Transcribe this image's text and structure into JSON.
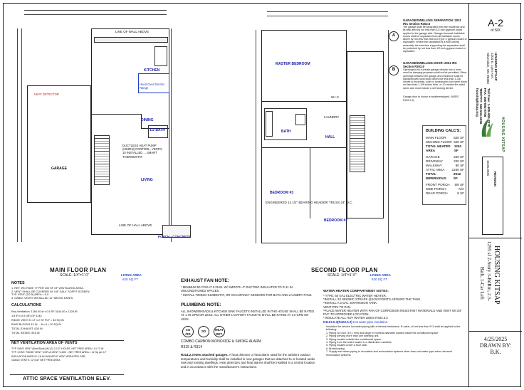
{
  "main_plan": {
    "title": "MAIN FLOOR  PLAN",
    "scale": "SCALE: 1/4\"=1'-0\"",
    "living_area_label": "LIVING AREA",
    "living_area_value": "620 SQ FT",
    "rooms": {
      "kitchen": "KITCHEN",
      "dining": "DINING",
      "half_bath": "1/2 BATH",
      "garage": "GARAGE",
      "living": "LIVING",
      "porch": "PORCH - CONCRETE"
    },
    "labels": {
      "line_wall_above": "LINE OF WALL ABOVE",
      "line_hall_above": "LINE OF HALL ABOVE",
      "heat_detector": "HEAT DETECTOR",
      "ducting_note": "DUCTLESS HEAT PUMP (HEZEN) CONTROL, VENTO, 10 INSTALLED ... SMART THERMOSTAT",
      "range_hood": "Hood Over Electric Range"
    }
  },
  "second_plan": {
    "title": "SECOND FLOOR  PLAN",
    "scale": "SCALE: 1/4\"=1'-0\"",
    "living_area_label": "LIVING AREA",
    "living_area_value": "620 SQ FT",
    "rooms": {
      "master": "MASTER BEDROOM",
      "bath": "BATH",
      "hall": "HALL",
      "bedroom2": "BEDROOM #2",
      "bedroom3": "BEDROOM #3"
    },
    "labels": {
      "window_note": "ENGINEERED 14 1/2\" BEARING HEADER/ TRUSS 24\" O.C.",
      "wic": "W.I.C.",
      "laundry": "LAUNDRY"
    }
  },
  "notes_block": {
    "title": "NOTES",
    "lines": [
      "1. REF. IRC R305+ IF PER 100 SF OF VENTILATED AREA.",
      "2. VENT SHALL BE COVERED W/ 1/8\" GALV. SOFFIT SCREEN.",
      "TYP. VENT (3/2-5) AREA = 5-0 .",
      "3. GABLE VENTS INSTALLED 12\" ABOVE EAVES."
    ]
  },
  "calculations": {
    "title": "CALCULATIONS",
    "lines": [
      "Req Ventilation: 1260.00 sf x 0.5 SF 3144.00 x 1228 IR",
      "1/3 IR x 0.5 (IR) OF 3144",
      "RIDGE VENT 21 LF x 2 SF PLF = 84 SQ IN",
      "EAVE BLOCKS 42 IN ... 8 x 6 = 20 SQ IN",
      "TOTAL EXHAUST: 628 IN",
      "TOTAL INTAKE: 816 IN"
    ]
  },
  "net_ventilation": {
    "title": "NET VENTILATION AREA OF VENTS",
    "lines": [
      "TYP. EAVE VENT (Bird Block) W/ (2) 2-1/2\" HOLES. NET FREE AREA= 14.73 IN",
      "TYP. CONT. RIDGE VENT 'COR-A-VENT V-600' - NET FREE AREA = 12 Sq per LF",
      "INSULATION BAFFLE: 18 IN IN BAFFLE VENT AREA PER OSB",
      "GABLE VENTS: 12\"x18\" NET FREE AREA"
    ]
  },
  "attic_title": "ATTIC SPACE VENTILATION ELEV.",
  "exhaust": {
    "title": "EXHAUST FAN NOTE:",
    "lines": [
      "* MINIMUM 50 CFM AT 0.25 IN. W/ SMOOTH 4\" DUCTING INSULATED TO R-11 IN UNCONDITIONED SPACES.",
      "* INSTALL TIMING HUMIDISTAT, OR OCCUPANCY SENSORS FOR BATH AND LAUNDRY FANS."
    ]
  },
  "plumbing": {
    "title": "PLUMBING NOTE:",
    "lines": [
      "ALL SHOWERHEADS & KITCHEN SINK FAUCETS INSTALLED IN THE HOUSE SHALL BE RATED AT 1.75 GPM OR LESS. ALL OTHER LAVATORY FAUCETS SHALL BE RATED AT 1.0 GPM OR LESS."
    ]
  },
  "detectors": {
    "symbols": [
      "CO /SD",
      "SD",
      "HEAT DET."
    ],
    "caption": "COMBO CARBON MONOXIDE & SMOKE ALARM",
    "code": "R315 & R314",
    "r314_bold": "R314.2.3 New attached garages.",
    "r314_text": "A heat detector or heat alarm rated for the ambient outdoor temperatures and humidity shall be installed in new garages that are attached to or located under new and existing dwellings. Heat detectors and heat alarms shall be installed in a central location and in accordance with the manufacturer's instructions."
  },
  "water_heater": {
    "title": "WATER HEATER COMPARTMENT NOTES:",
    "lines": [
      "* TYPE: 50 GAL ELECTRIC WATER HEATER.",
      "*INSTALL 2X SEISMIC STRAPS @1/3rd POINTS AROUND THE TANK.",
      "*INSTALL A 3 GAL. EXPANSION TANK.",
      "VENT PRV TO PAN.",
      "*PLACE WATER HEATER WITH PAN OF CORROSION RESISTANT MATERIALS AND VENT W/ 3/4\" PVC TO APPROVED LOCATION.",
      "* INSULATE ALL HOT WATER LINES R403.5.3"
    ]
  },
  "insulation": {
    "title": "N1103.5.3(R403.5.3)",
    "title_rest": "Hot water pipe insulation.",
    "lines": [
      "Insulation for service hot water piping with a thermal resistance, R-value, of not less than R-3 shall be applied to the following:",
      "1. Piping 3/4 inch (19.1 mm) and larger in nominal diameter located inside the conditioned space.",
      "2. Piping serving more than one dwelling unit.",
      "3. Piping located outside the conditioned space.",
      "4. Piping from the water heater to a distribution manifold.",
      "5. Piping located under a floor slab.",
      "6. Buried piping.",
      "7. Supply and return piping in circulation and recirculation systems other than cold water pipe return demand recirculation systems."
    ]
  },
  "garage_separation": {
    "a_title": "GARAGE/DWELLING SEPARATION: 2021 IRC Section R302.6",
    "a_text": "The garage shall be separated from the residence and its attic area by not less than 1/2-inch gypsum board applied to the garage side. Garages beneath habitable rooms shall be separated from all habitable rooms above by not less than 5/8-inch Type X gypsum board or equivalent. Where the separation is a floor-ceiling assembly, the structure supporting the separation shall be protected by not less than 1/2-inch gypsum board or equivalent.",
    "b_title": "GARAGE/DWELLING DOOR: 2021 IRC Section R302.5",
    "b_text": "Openings from a private garage directly into a room used for sleeping purposes shall not be permitted. Other openings between the garage and residence shall be equipped with solid wood doors not less than 1-3/8 inches in thickness, solid or honeycomb core steel doors not less than 1-3/8 inches thick, or 20-minute fire-rated doors and must include a self closing device.",
    "b_tail": "Garage door to house is weatherstripped.  (WSEC R402.4.2)",
    "markers": [
      "A",
      "B"
    ]
  },
  "building_calcs": {
    "title": "BUILDING CALC'S:",
    "rows": [
      {
        "label": "MAIN FLOOR",
        "value": "620 SF"
      },
      {
        "label": "SECOND FLOOR",
        "value": "620 SF"
      },
      {
        "label": "TOTAL HEATED AREA",
        "value": "1240 SF"
      },
      {
        "label": "GARAGE",
        "value": "220 SF"
      },
      {
        "label": "DRIVEWAY",
        "value": "220 SF"
      },
      {
        "label": "WALKWAY",
        "value": "80 SF"
      },
      {
        "label": "ATTIC AREA",
        "value": "1260 SF"
      },
      {
        "label": "TOTAL IMPERVIOUS",
        "value": "2512 SF"
      },
      {
        "label": "FRONT PORCH",
        "value": "5/6 SF"
      },
      {
        "label": "SIDE PORCH",
        "value": "N/A"
      },
      {
        "label": "REAR PORCH",
        "value": "8 SF"
      }
    ]
  },
  "title_block": {
    "sheet": "A-2",
    "of": "of SIX",
    "company": "HOUSING KITSAP",
    "address1": "2204 E. Lynn Ave.",
    "address2": "Silverdale, WA 98383",
    "phone": "Toll Free: 1-800-902-7070",
    "fax": "FAX: 360-692-8706",
    "tty": "TDD/TTY: 360-516-6396",
    "web": "housingkitsap.org",
    "logo_text": "HOUSING KITSAP",
    "project_line1": "HOUSING KITSAP",
    "project_line2": "1295 sf 2-Story 3-BdRm, 2.5-",
    "project_line3": "Bath, 1-Car Left",
    "revision_label": "REVISION",
    "revision_date": "10.25.2025",
    "revision_initials": "BK",
    "date": "4/25/2025",
    "drawn_by_label": "DRAWN BY:",
    "drawn_by": "B.K."
  }
}
